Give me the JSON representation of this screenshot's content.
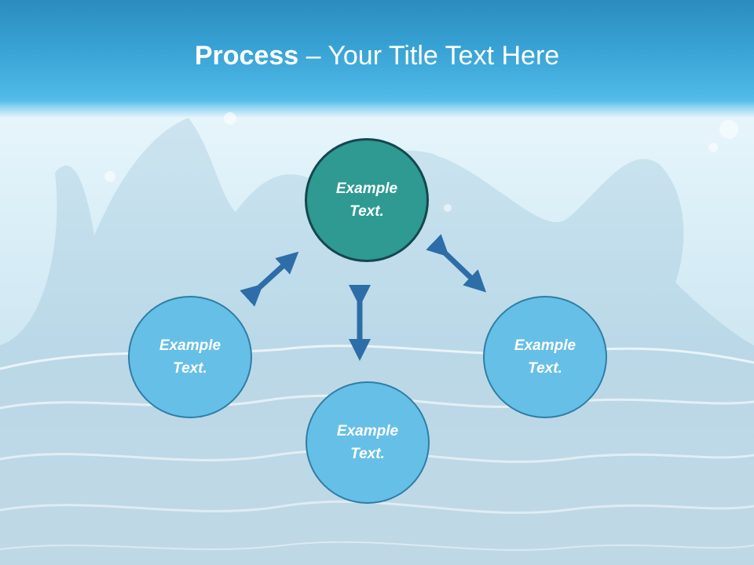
{
  "slide": {
    "title_bold": "Process",
    "title_dash": " – ",
    "title_rest": "Your Title Text Here"
  },
  "nodes": {
    "top": "Example\nText.",
    "left": "Example\nText.",
    "right": "Example\nText.",
    "bottom": "Example\nText."
  },
  "colors": {
    "header": "#3aa7d8",
    "node_top_fill": "#2e9a92",
    "node_top_border": "#15474f",
    "node_fill": "#66bfe6",
    "node_border": "#2f7ea6",
    "arrow": "#2d6ea8"
  },
  "icons": {
    "arrow_left": "double-headed-arrow-icon",
    "arrow_center": "double-headed-arrow-icon",
    "arrow_right": "double-headed-arrow-icon"
  }
}
